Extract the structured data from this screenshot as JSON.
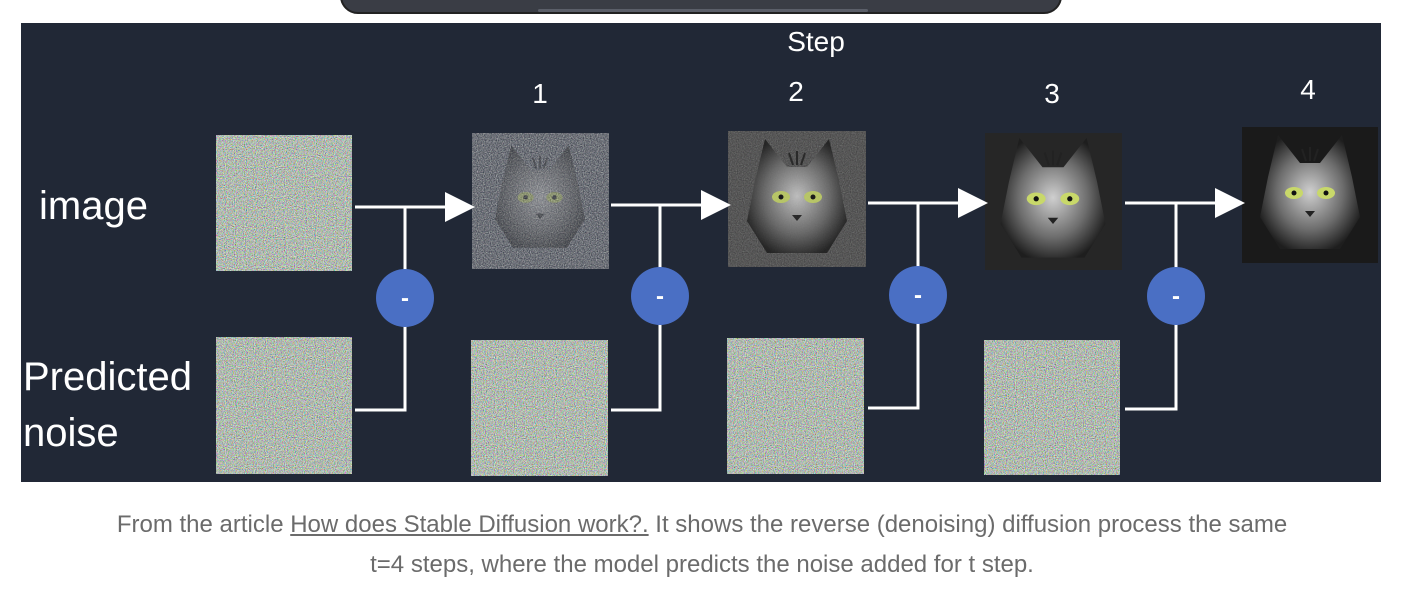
{
  "figure": {
    "step_header": "Step",
    "step_numbers": [
      "1",
      "2",
      "3",
      "4"
    ],
    "row_labels": {
      "image": "image",
      "noise_line1": "Predicted",
      "noise_line2": "noise"
    },
    "minus_symbol": "-",
    "colors": {
      "background": "#212836",
      "arrow": "#ffffff",
      "minus_circle": "#4a6fc4",
      "label_text": "#ffffff"
    }
  },
  "caption": {
    "prefix": "From the article ",
    "link_text": "How does Stable Diffusion work?.",
    "suffix": " It shows the reverse (denoising) diffusion process the same",
    "line2": "t=4 steps, where the model predicts the noise added for t step."
  }
}
